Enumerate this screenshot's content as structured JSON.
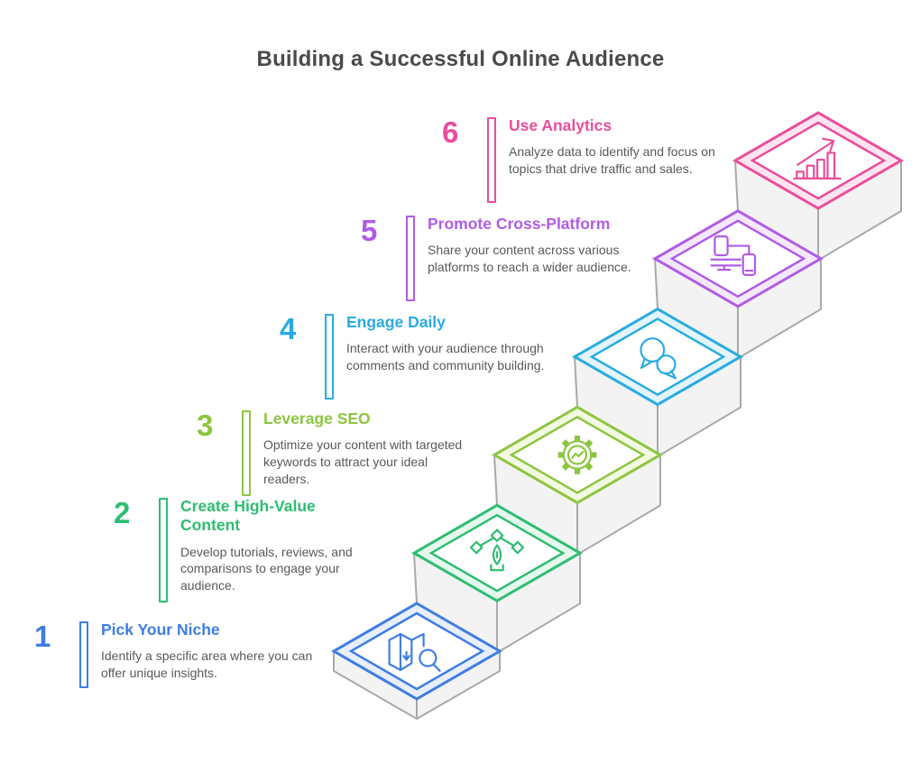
{
  "title": "Building a Successful Online Audience",
  "steps": [
    {
      "number": "1",
      "title": "Pick Your Niche",
      "description": "Identify a specific area where you can offer unique insights.",
      "color": "#3e7de2",
      "tint": "#e8eefb",
      "icon": "map-search-icon"
    },
    {
      "number": "2",
      "title": "Create High-Value Content",
      "description": "Develop tutorials, reviews, and comparisons to engage your audience.",
      "color": "#2ebd72",
      "tint": "#e5f8ee",
      "icon": "pen-tool-icon"
    },
    {
      "number": "3",
      "title": "Leverage SEO",
      "description": "Optimize your content with targeted keywords to attract your ideal readers.",
      "color": "#8cc63f",
      "tint": "#f2f9e2",
      "icon": "seo-gear-icon"
    },
    {
      "number": "4",
      "title": "Engage Daily",
      "description": "Interact with your audience through comments and community building.",
      "color": "#29abe2",
      "tint": "#e3f4fc",
      "icon": "chat-bubbles-icon"
    },
    {
      "number": "5",
      "title": "Promote Cross-Platform",
      "description": "Share your content across various platforms to reach a wider audience.",
      "color": "#b05ce6",
      "tint": "#f4e9fc",
      "icon": "devices-icon"
    },
    {
      "number": "6",
      "title": "Use Analytics",
      "description": "Analyze data to identify and focus on topics that drive traffic and sales.",
      "color": "#ea4d9b",
      "tint": "#fce5f1",
      "icon": "analytics-chart-icon"
    }
  ],
  "staircase": {
    "outline_color": "#a9a9a9",
    "face_color": "#f3f3f3"
  }
}
